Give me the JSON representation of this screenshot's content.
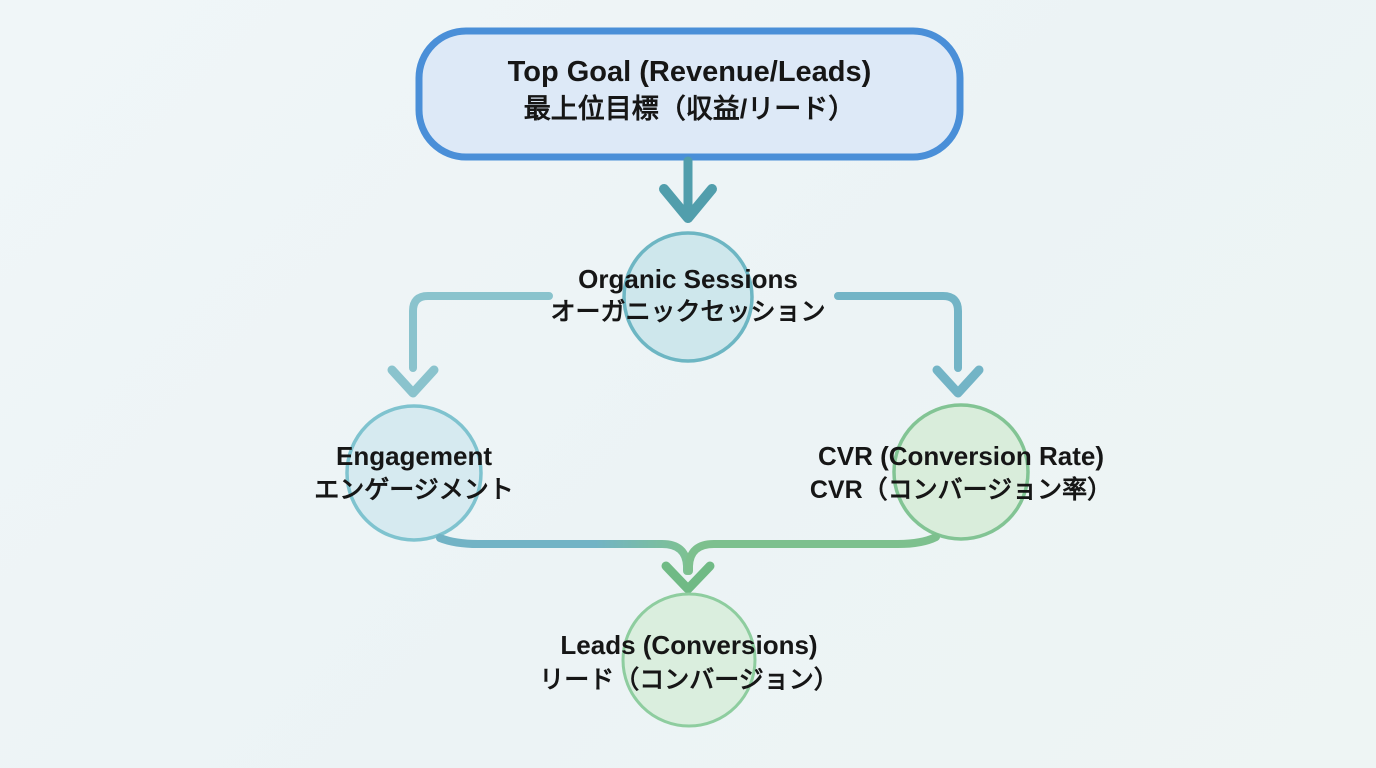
{
  "diagram": {
    "background_color": "#eef4f6",
    "text_color": "#161616",
    "nodes": {
      "top_goal": {
        "shape": "rounded-rectangle",
        "label_en": "Top Goal (Revenue/Leads)",
        "label_ja": "最上位目標（収益/リード）",
        "fill": "#dde9f7",
        "border": "#4a8fd8"
      },
      "organic_sessions": {
        "shape": "circle",
        "label_en": "Organic Sessions",
        "label_ja": "オーガニックセッション",
        "fill": "#cee7ec",
        "border": "#6db6c3"
      },
      "engagement": {
        "shape": "circle",
        "label_en": "Engagement",
        "label_ja": "エンゲージメント",
        "fill": "#d6eaf0",
        "border": "#7fc3cf"
      },
      "cvr": {
        "shape": "circle",
        "label_en": "CVR (Conversion Rate)",
        "label_ja": "CVR（コンバージョン率）",
        "fill": "#d9eddb",
        "border": "#82c494"
      },
      "leads": {
        "shape": "circle",
        "label_en": "Leads (Conversions)",
        "label_ja": "リード（コンバージョン）",
        "fill": "#daeede",
        "border": "#8ecd9f"
      }
    },
    "edges": {
      "top_to_organic": {
        "from": "top_goal",
        "to": "organic_sessions",
        "color": "#519eac"
      },
      "organic_to_engagement": {
        "from": "organic_sessions",
        "to": "engagement",
        "color": "#8ac3cd"
      },
      "organic_to_cvr": {
        "from": "organic_sessions",
        "to": "cvr",
        "color": "#73b4c6"
      },
      "engagement_to_leads": {
        "from": "engagement",
        "to": "leads",
        "color_start": "#72b3c5",
        "color_end": "#7ec291"
      },
      "cvr_to_leads": {
        "from": "cvr",
        "to": "leads",
        "color": "#7dc08e"
      },
      "merge_arrowhead": {
        "to": "leads",
        "color": "#70ba85"
      }
    }
  }
}
